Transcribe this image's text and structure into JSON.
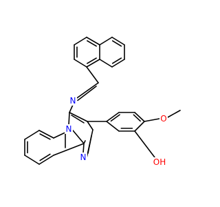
{
  "molecule": {
    "atom_labels": {
      "imine_n": "N",
      "ring_n_bridge": "N",
      "ring_n_imidazole": "N",
      "methoxy_o": "O",
      "hydroxyl": "OH"
    },
    "colors": {
      "bond": "#000000",
      "nitrogen": "#0000ff",
      "oxygen": "#ff0000"
    }
  }
}
